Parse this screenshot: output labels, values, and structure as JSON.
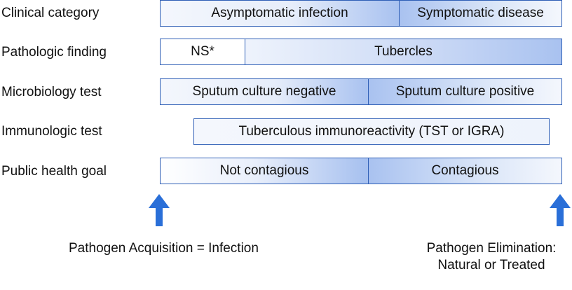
{
  "rows": [
    {
      "label": "Clinical category",
      "segments": [
        "Asymptomatic infection",
        "Symptomatic disease"
      ]
    },
    {
      "label": "Pathologic finding",
      "segments": [
        "NS*",
        "Tubercles"
      ]
    },
    {
      "label": "Microbiology test",
      "segments": [
        "Sputum culture negative",
        "Sputum culture positive"
      ]
    },
    {
      "label": "Immunologic test",
      "segments": [
        "Tuberculous immunoreactivity (TST or IGRA)"
      ]
    },
    {
      "label": "Public health goal",
      "segments": [
        "Not contagious",
        "Contagious"
      ]
    }
  ],
  "markers": {
    "start": {
      "label": "Pathogen Acquisition = Infection",
      "icon": "up-arrow-icon"
    },
    "end": {
      "label_line1": "Pathogen Elimination:",
      "label_line2": "Natural or Treated",
      "icon": "up-arrow-icon"
    }
  },
  "colors": {
    "border": "#2f5fb6",
    "arrow": "#2a6fd8",
    "gradient_dark": "#a9c2f0",
    "gradient_light": "#f4f7fd"
  }
}
